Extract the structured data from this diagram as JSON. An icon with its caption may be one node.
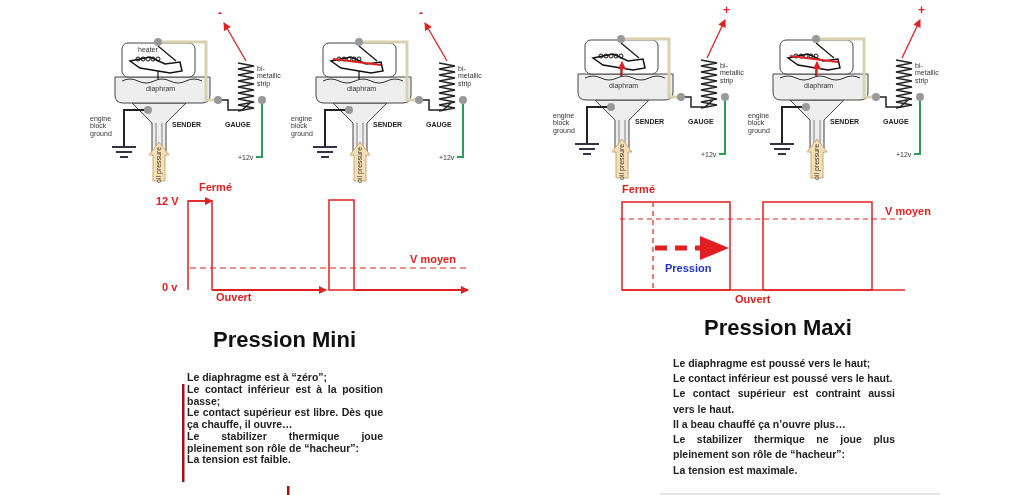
{
  "diagram": {
    "labels": [
      "-",
      "heater",
      "bi-metallic strip",
      "diaphram",
      "engine block ground",
      "SENDER",
      "GAUGE",
      "oil pressure",
      "+12v",
      "-",
      "bi-metallic strip",
      "diaphram",
      "engine block ground",
      "SENDER",
      "GAUGE",
      "oil pressure",
      "+12v",
      "+",
      "bi-metallic strip",
      "diaphram",
      "engine block ground",
      "SENDER",
      "GAUGE",
      "oil pressure",
      "+12v",
      "+",
      "bi-metallic strip",
      "diaphram",
      "engine block ground",
      "SENDER",
      "GAUGE",
      "oil pressure",
      "+12v",
      "Fermé",
      "12 V",
      "V moyen",
      "0 v",
      "Ouvert",
      "Fermé",
      "V moyen",
      "Pression",
      "Ouvert",
      "Pression Mini",
      "Pression Maxi",
      "Le diaphragme est à “zéro”;",
      "Le contact inférieur est à la position basse;",
      "Le contact supérieur est libre. Dès que ça chauffe, il ouvre…",
      "Le stabilizer thermique joue pleinement son rôle de “hacheur”:",
      "La tension est faible.",
      "Le diaphragme est poussé vers le haut;",
      "Le contact inférieur est poussé vers le haut.",
      "Le contact supérieur est contraint aussi vers le haut.",
      "Il a beau chauffé ça n’ouvre plus…",
      "Le stabilizer thermique ne joue plus pleinement son rôle de “hacheur”:",
      "La tension est maximale."
    ]
  }
}
